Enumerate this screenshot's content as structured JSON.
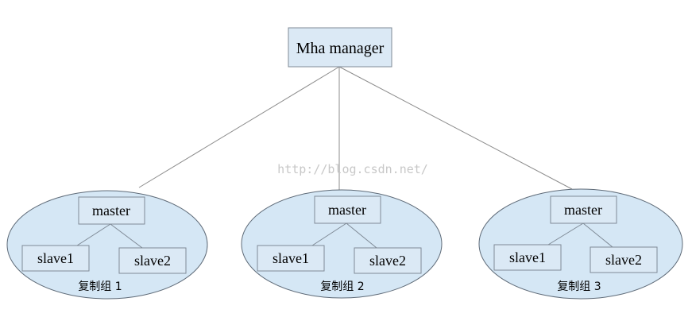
{
  "manager": {
    "label": "Mha manager"
  },
  "groups": [
    {
      "master": "master",
      "slaves": [
        "slave1",
        "slave2"
      ],
      "label": "复制组 1"
    },
    {
      "master": "master",
      "slaves": [
        "slave1",
        "slave2"
      ],
      "label": "复制组 2"
    },
    {
      "master": "master",
      "slaves": [
        "slave1",
        "slave2"
      ],
      "label": "复制组 3"
    }
  ],
  "watermark": "http://blog.csdn.net/",
  "colors": {
    "box_fill": "#dbe9f5",
    "box_stroke": "#7f8a96",
    "ellipse_fill": "#d5e7f5",
    "ellipse_stroke": "#5f6b78",
    "line": "#8c8c8c"
  }
}
